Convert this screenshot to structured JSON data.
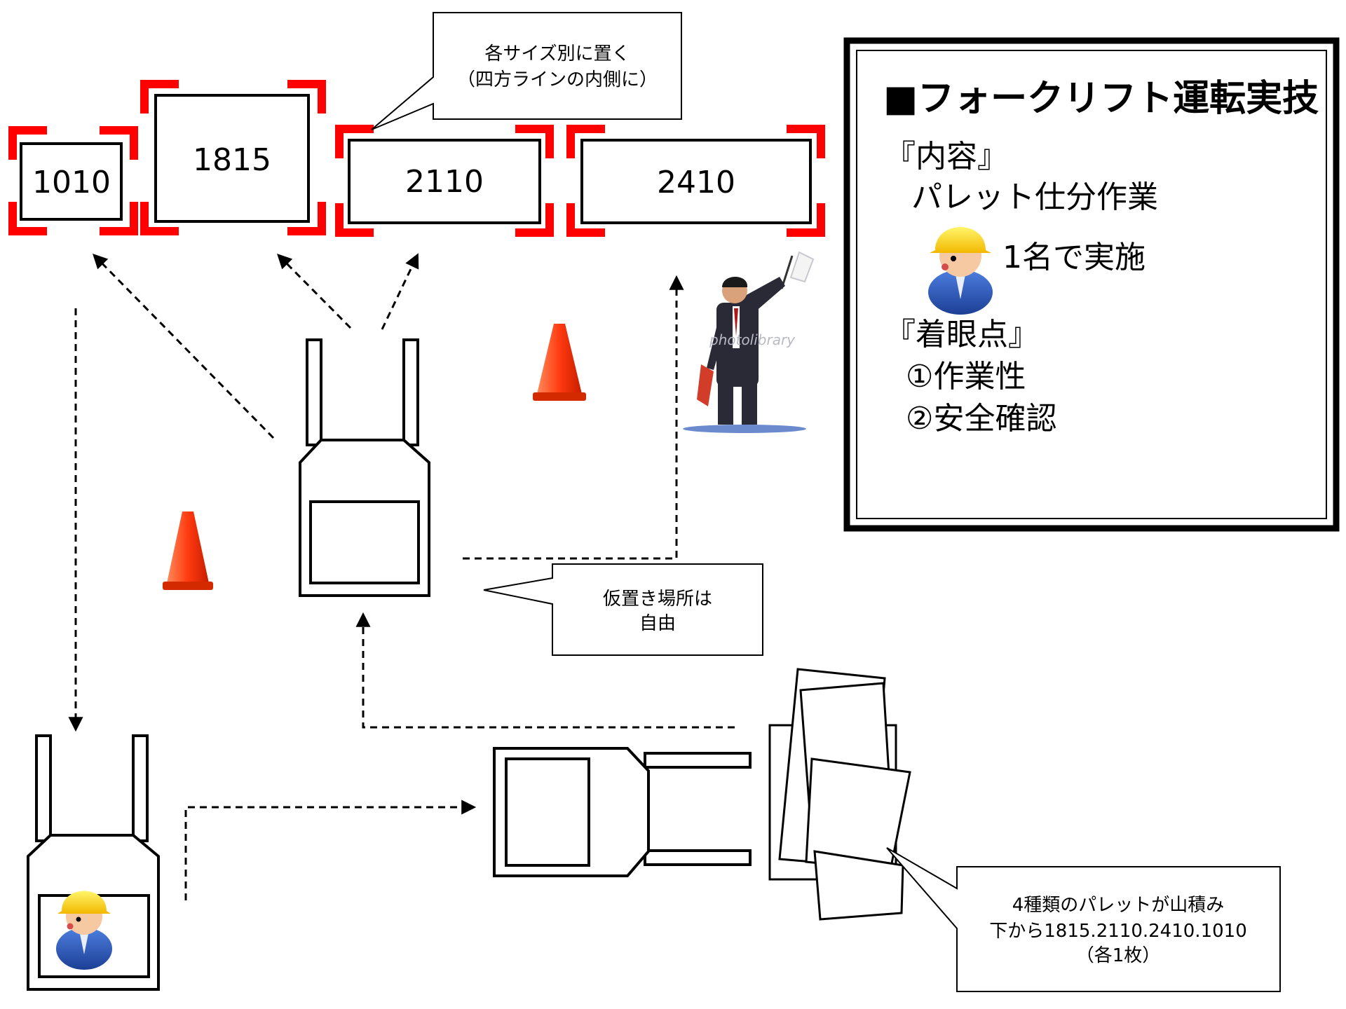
{
  "pallet_slots": [
    {
      "size": "1010"
    },
    {
      "size": "1815"
    },
    {
      "size": "2110"
    },
    {
      "size": "2410"
    }
  ],
  "callouts": {
    "placement": {
      "line1": "各サイズ別に置く",
      "line2": "（四方ラインの内側に）"
    },
    "temporary": {
      "line1": "仮置き場所は",
      "line2": "自由"
    },
    "stack": {
      "line1": "4種類のパレットが山積み",
      "line2": "下から1815.2110.2410.1010",
      "line3": "（各1枚）"
    }
  },
  "info_panel": {
    "title": "■フォークリフト運転実技",
    "content_heading": "『内容』",
    "content_text": "パレット仕分作業",
    "operator_text": "1名で実施",
    "focus_heading": "『着眼点』",
    "focus_items": [
      "①作業性",
      "②安全確認"
    ]
  },
  "watermark": "photolibrary",
  "colors": {
    "corner_mark": "#ff0000",
    "cone": "#ff4a1a",
    "helmet": "#ffd400",
    "uniform": "#2c58b8",
    "suit": "#2a2a36",
    "flag": "#d23d2a"
  },
  "icons": [
    "forklift-icon",
    "traffic-cone-icon",
    "worker-icon",
    "flagman-icon"
  ]
}
